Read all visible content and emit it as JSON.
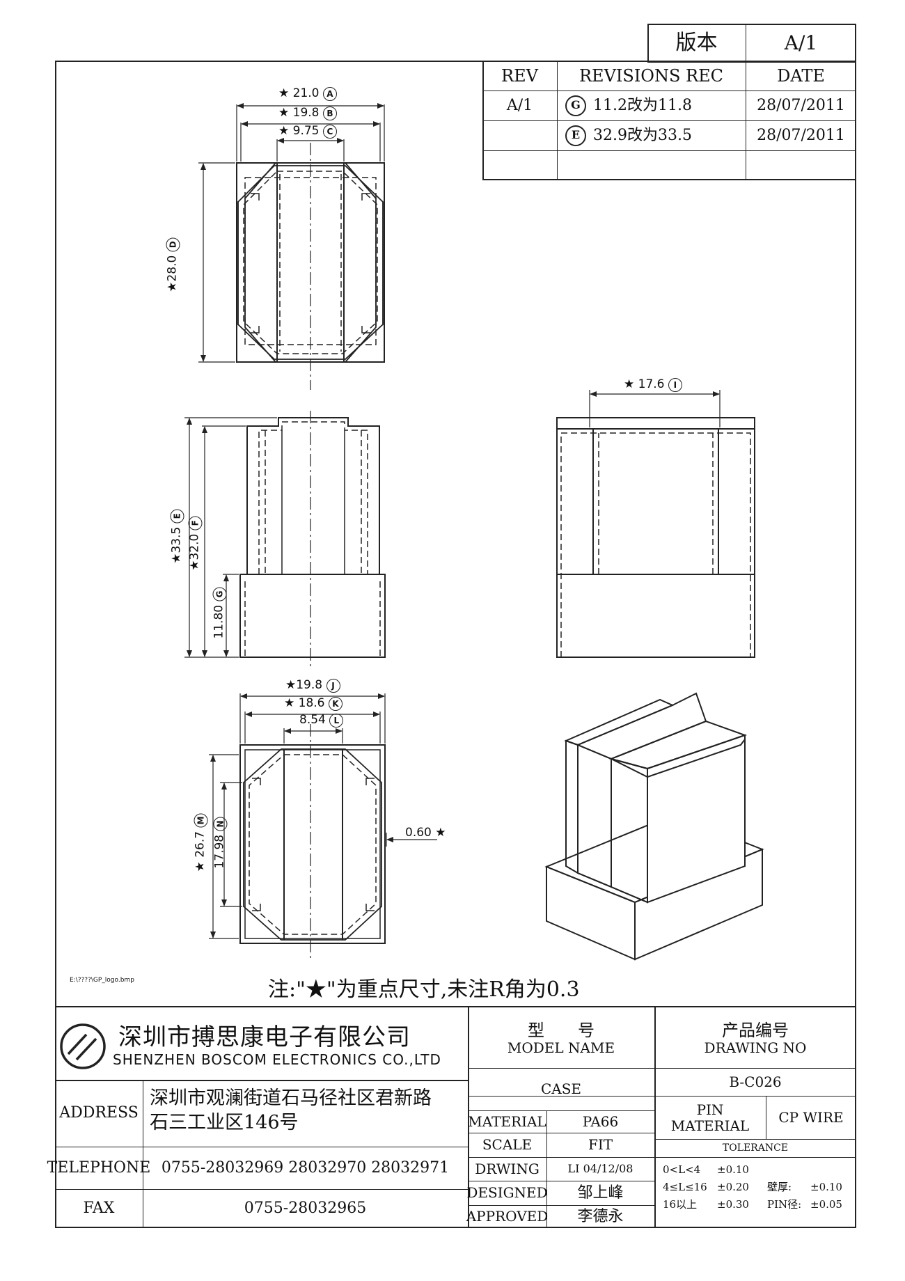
{
  "version": {
    "label": "版本",
    "value": "A/1"
  },
  "revisions": {
    "headers": {
      "rev": "REV",
      "rec": "REVISIONS REC",
      "date": "DATE"
    },
    "rows": [
      {
        "rev": "A/1",
        "mark": "G",
        "text": "11.2改为11.8",
        "date": "28/07/2011"
      },
      {
        "rev": "",
        "mark": "E",
        "text": "32.9改为33.5",
        "date": "28/07/2011"
      }
    ]
  },
  "dims": {
    "A": "★ 21.0",
    "B": "★ 19.8",
    "C": "★ 9.75",
    "D": "★28.0",
    "E": "★33.5",
    "F": "★32.0",
    "G": "11.80",
    "I": "★ 17.6",
    "J": "★19.8",
    "K": "★ 18.6",
    "L": "8.54",
    "M": "★ 26.7",
    "N": "17.98",
    "wall": "0.60 ★",
    "markA": "A",
    "markB": "B",
    "markC": "C",
    "markD": "D",
    "markE": "E",
    "markF": "F",
    "markG": "G",
    "markI": "I",
    "markJ": "J",
    "markK": "K",
    "markL": "L",
    "markM": "M",
    "markN": "N"
  },
  "file_label": "E:\\????\\GP_logo.bmp",
  "note": "注:\"★\"为重点尺寸,未注R角为0.3",
  "company": {
    "cn": "深圳市搏思康电子有限公司",
    "en": "SHENZHEN BOSCOM ELECTRONICS CO.,LTD"
  },
  "address": {
    "label": "ADDRESS",
    "line1": "深圳市观澜街道石马径社区君新路",
    "line2": "石三工业区146号"
  },
  "telephone": {
    "label": "TELEPHONE",
    "value": "0755-28032969 28032970 28032971"
  },
  "fax": {
    "label": "FAX",
    "value": "0755-28032965"
  },
  "model": {
    "label_cn": "型　　号",
    "label_en": "MODEL NAME",
    "value": "CASE"
  },
  "drawing": {
    "label_cn": "产品编号",
    "label_en": "DRAWING NO",
    "value": "B-C026"
  },
  "material": {
    "label": "MATERIAL",
    "value": "PA66"
  },
  "scale": {
    "label": "SCALE",
    "value": "FIT"
  },
  "drwing": {
    "label": "DRWING",
    "value": "LI 04/12/08"
  },
  "designed": {
    "label": "DESIGNED",
    "value": "邹上峰"
  },
  "approved": {
    "label": "APPROVED",
    "value": "李德永"
  },
  "pin": {
    "label1": "PIN",
    "label2": "MATERIAL",
    "value": "CP WIRE"
  },
  "tolerance": {
    "label": "TOLERANCE",
    "r1a": "0<L<4",
    "r1b": "±0.10",
    "r2a": "4≤L≤16",
    "r2b": "±0.20",
    "r2c": "壁厚:",
    "r2d": "±0.10",
    "r3a": "16以上",
    "r3b": "±0.30",
    "r3c": "PIN径:",
    "r3d": "±0.05"
  }
}
